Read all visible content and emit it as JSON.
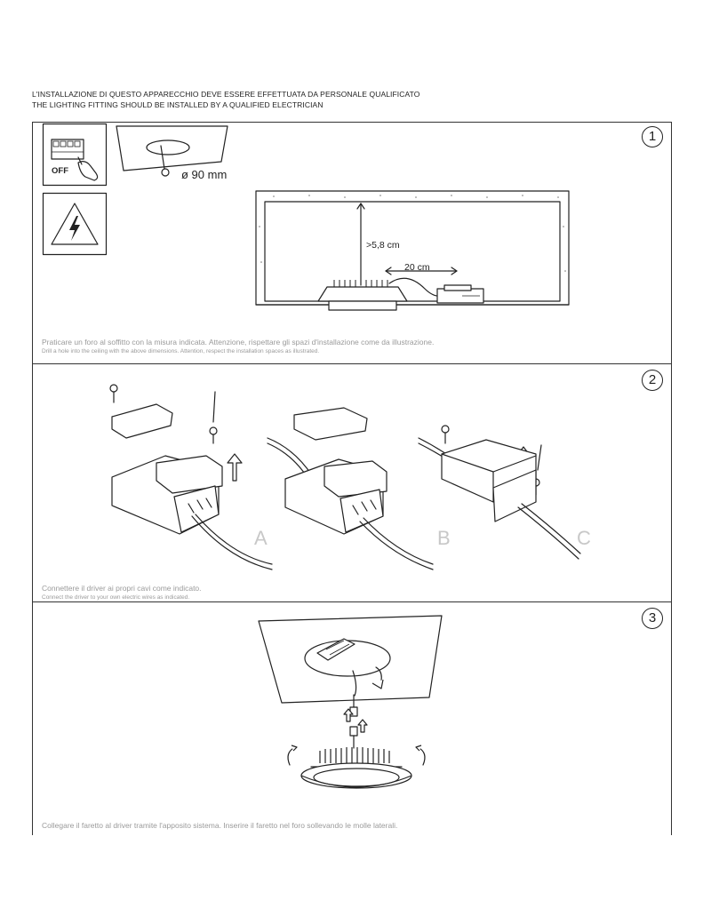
{
  "header": {
    "line_it": "L'INSTALLAZIONE DI QUESTO APPARECCHIO DEVE ESSERE EFFETTUATA DA PERSONALE QUALIFICATO",
    "line_en": "THE LIGHTING FITTING SHOULD BE INSTALLED BY A QUALIFIED ELECTRICIAN"
  },
  "step1": {
    "number": "1",
    "off_label": "OFF",
    "hole_diameter": "ø 90 mm",
    "height_dim": ">5,8 cm",
    "distance_dim": "20 cm",
    "caption_it": "Praticare un foro al soffitto con la misura indicata. Attenzione, rispettare gli spazi d'installazione come da illustrazione.",
    "caption_en": "Drill a hole into the ceiling with the above dimensions. Attention, respect the installation spaces as illustrated."
  },
  "step2": {
    "number": "2",
    "label_a": "A",
    "label_b": "B",
    "label_c": "C",
    "caption_it": "Connettere il driver ai propri cavi come indicato.",
    "caption_en": "Connect the driver to your own electric wires as indicated."
  },
  "step3": {
    "number": "3",
    "caption_it": "Collegare il faretto al driver tramite l'apposito sistema. Inserire il faretto nel foro sollevando le molle laterali."
  }
}
